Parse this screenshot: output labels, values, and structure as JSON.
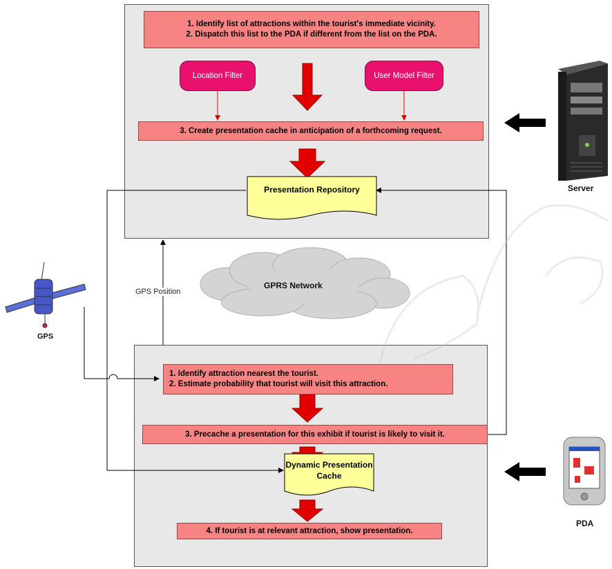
{
  "server_panel": {
    "step1_line1": "1. Identify list of attractions within the tourist's immediate vicinity.",
    "step1_line2": "2. Dispatch this list to the PDA if different from the list on the PDA.",
    "location_filter": "Location Filter",
    "user_model_filter": "User Model Filter",
    "step3": "3. Create presentation cache in anticipation of a  forthcoming request.",
    "repository": "Presentation Repository"
  },
  "network": {
    "cloud_label": "GPRS Network",
    "gps_position": "GPS Position"
  },
  "pda_panel": {
    "step1_line1": "1. Identify attraction nearest the tourist.",
    "step1_line2": "2. Estimate probability that tourist will visit this attraction.",
    "step3": "3. Precache a presentation for this exhibit if tourist is likely to visit it.",
    "cache": "Dynamic Presentation Cache",
    "step4": "4. If tourist is at relevant attraction, show presentation."
  },
  "devices": {
    "gps": "GPS",
    "server": "Server",
    "pda": "PDA"
  },
  "colors": {
    "step_fill": "#f78383",
    "filter_fill": "#e8126e",
    "store_fill": "#ffff99",
    "arrow_red": "#e00000",
    "panel_fill": "#e8e8e8"
  }
}
